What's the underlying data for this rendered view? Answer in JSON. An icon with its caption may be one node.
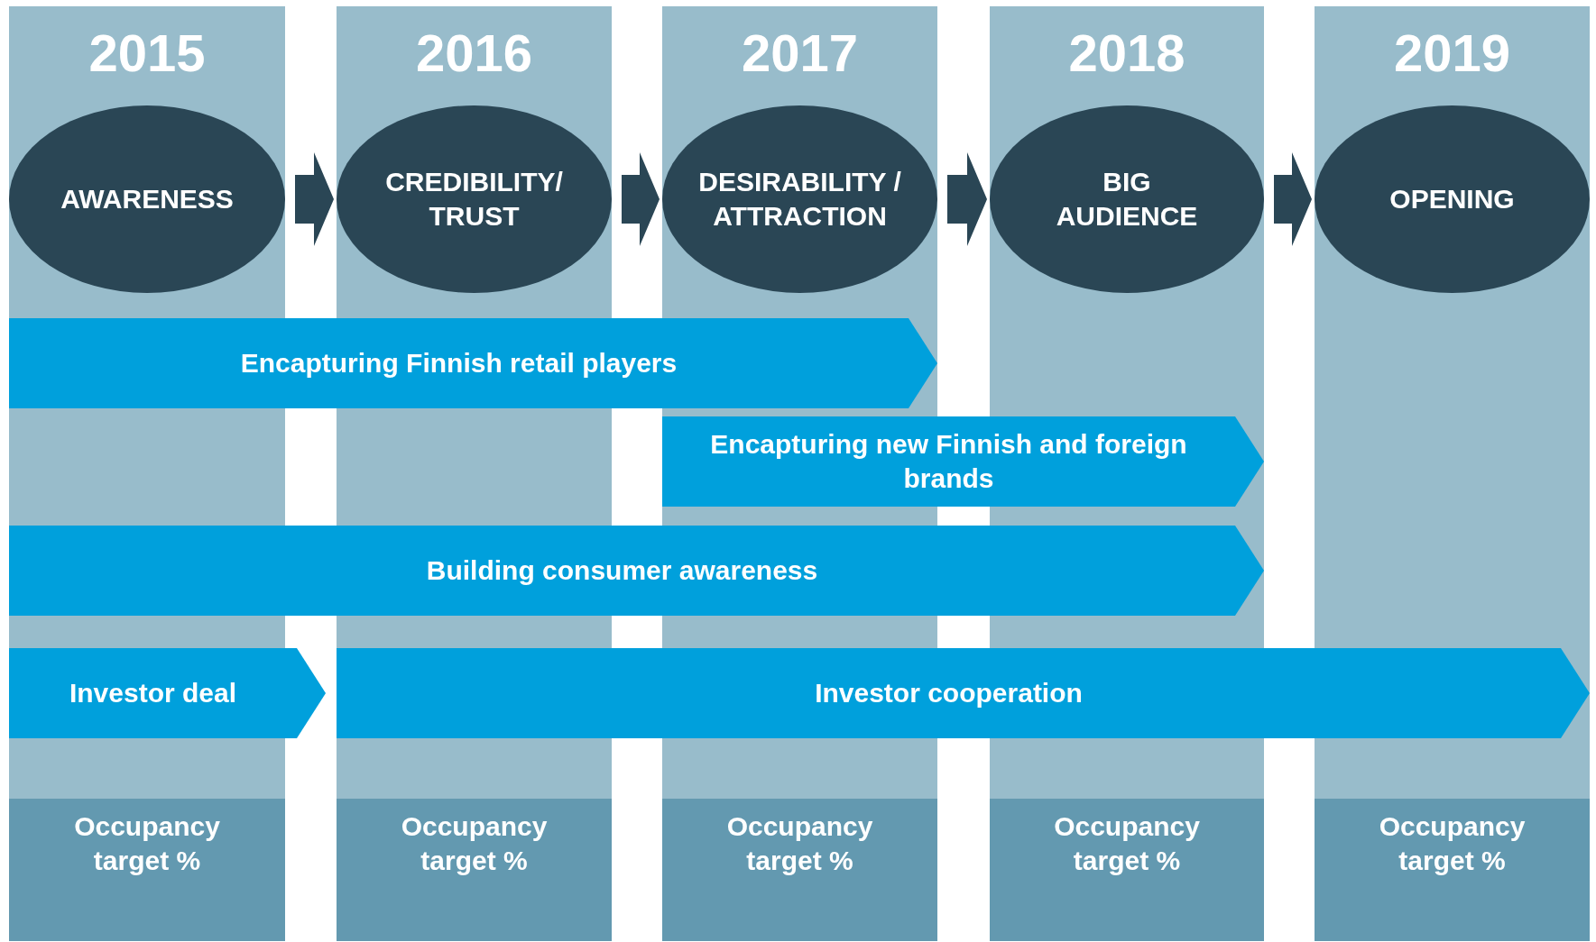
{
  "diagram": {
    "nodes": [
      {
        "text": [
          "2015"
        ]
      },
      {
        "text": [
          "AWARENESS"
        ],
        "in": 0
      },
      {
        "text": [
          "Occupancy target %"
        ],
        "in": 0
      },
      {
        "text": [
          "2016"
        ]
      },
      {
        "text": [
          "CREDIBILITY/ TRUST"
        ],
        "in": 3
      },
      {
        "text": [
          "Occupancy target %"
        ],
        "in": 3
      },
      {
        "text": [
          "2017"
        ]
      },
      {
        "text": [
          "DESIRABILITY / ATTRACTION"
        ],
        "in": 6
      },
      {
        "text": [
          "Occupancy target %"
        ],
        "in": 6
      },
      {
        "text": [
          "2018"
        ]
      },
      {
        "text": [
          "BIG AUDIENCE"
        ],
        "in": 9
      },
      {
        "text": [
          "Occupancy target %"
        ],
        "in": 9
      },
      {
        "text": [
          "2019"
        ]
      },
      {
        "text": [
          "OPENING"
        ],
        "in": 12
      },
      {
        "text": [
          "Occupancy target %"
        ],
        "in": 12
      },
      {
        "text": [
          "Encapturing Finnish retail players"
        ]
      },
      {
        "text": [
          "Encapturing new Finnish and foreign brands"
        ]
      },
      {
        "text": [
          "Building consumer awareness"
        ]
      },
      {
        "text": [
          "Investor deal"
        ]
      },
      {
        "text": [
          "Investor cooperation"
        ]
      }
    ],
    "edges": [
      {
        "from": 1,
        "to": 4,
        "arrow": "to"
      },
      {
        "from": 4,
        "to": 7,
        "arrow": "to"
      },
      {
        "from": 7,
        "to": 10,
        "arrow": "to"
      },
      {
        "from": 10,
        "to": 13,
        "arrow": "to"
      }
    ]
  }
}
